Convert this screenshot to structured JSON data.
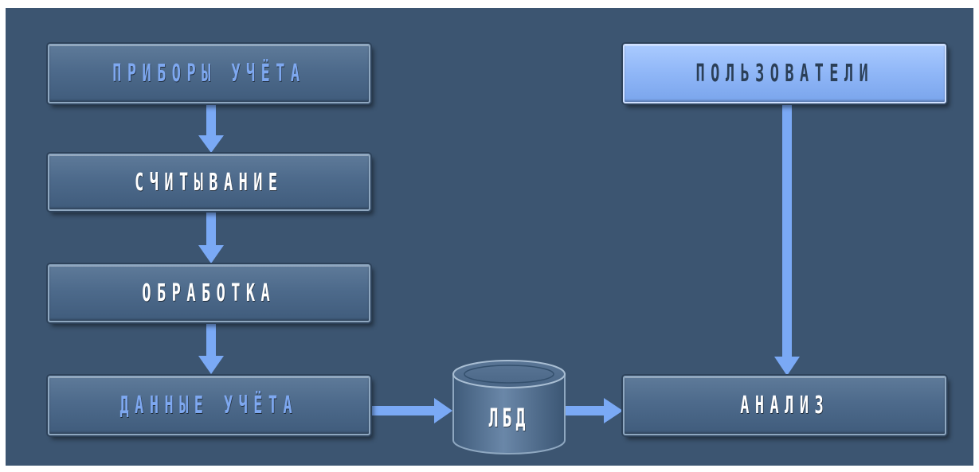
{
  "nodes": {
    "meters": {
      "label": "ПРИБОРЫ УЧЁТА",
      "text_color": "#7ea8f0"
    },
    "reading": {
      "label": "СЧИТЫВАНИЕ",
      "text_color": "#ffffff"
    },
    "processing": {
      "label": "ОБРАБОТКА",
      "text_color": "#ffffff"
    },
    "meter_data": {
      "label": "ДАННЫЕ УЧЁТА",
      "text_color": "#7ea8f0"
    },
    "database": {
      "label": "ЛБД",
      "text_color": "#ffffff"
    },
    "users": {
      "label": "ПОЛЬЗОВАТЕЛИ",
      "text_color": "#2b3f57"
    },
    "analysis": {
      "label": "АНАЛИЗ",
      "text_color": "#ffffff"
    }
  },
  "edges": [
    {
      "from": "meters",
      "to": "reading"
    },
    {
      "from": "reading",
      "to": "processing"
    },
    {
      "from": "processing",
      "to": "meter_data"
    },
    {
      "from": "meter_data",
      "to": "database"
    },
    {
      "from": "database",
      "to": "analysis"
    },
    {
      "from": "users",
      "to": "analysis"
    }
  ],
  "colors": {
    "background": "#3c5571",
    "arrow": "#7aa9f5",
    "box_fill": "#4d6a8b",
    "box_highlight": "#8fb6f7"
  }
}
